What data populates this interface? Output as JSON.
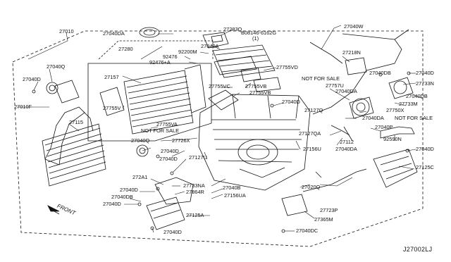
{
  "diagram": {
    "reference_code": "J27002LJ",
    "direction_label": "FRONT",
    "labels": {
      "p27010": "27010",
      "p27040DA_top": "27040DA",
      "p27283Q": "27283Q",
      "p08146": "B08146-6162G",
      "p08146_qty": "(1)",
      "p27040W": "27040W",
      "p27040A": "27040A",
      "p92200M": "92200M",
      "p27280": "27280",
      "p92476": "92476",
      "p92476A": "92476+A",
      "p27040D_left": "27040D",
      "p27040Q_left": "27040Q",
      "p27157": "27157",
      "p27755VD": "27755VD",
      "p27218N": "27218N",
      "p27040DB_r1": "27040DB",
      "p27040D_r1": "27040D",
      "p27733N": "27733N",
      "p27755VB_1": "27755VB",
      "p27755VC": "27755VC",
      "p27755VB_2": "27755VB",
      "nfs_right_1": "NOT FOR SALE",
      "p27757U": "27757U",
      "p27040DA_mid": "27040DA",
      "p27040DB_r2": "27040DB",
      "p27733M": "27733M",
      "p27010F": "27010F",
      "p27755V": "27755V",
      "p27040D_mid": "27040D",
      "p27127Q": "27127Q",
      "p27750X": "27750X",
      "p27040DA_r": "27040DA",
      "nfs_right_2": "NOT FOR SALE",
      "p27115": "27115",
      "p27755VA": "27755VA",
      "nfs_mid": "NOT FOR SALE",
      "p27127QA": "27127QA",
      "p27040P": "27040P",
      "p27726X": "27726X",
      "p27040Q_mid": "27040Q",
      "p92590N": "92590N",
      "p27112": "27112",
      "p27040DA_low": "27040DA",
      "p27040D_r3": "27040D",
      "p27156U": "27156U",
      "p27040D_a": "27040D",
      "p27127U": "27127U",
      "p27040D_b": "27040D",
      "p27125C": "27125C",
      "p272A1": "272A1",
      "p27733NA": "27733NA",
      "p27040B": "27040B",
      "p27864R": "27864R",
      "p27156UA": "27156UA",
      "p27040D_c": "27040D",
      "p27040DB_low": "27040DB",
      "p27040D_d": "27040D",
      "p27020Q": "27020Q",
      "p27723P": "27723P",
      "p27125A": "27125A",
      "p27365M": "27365M",
      "p27040D_bottom": "27040D",
      "p27040DC": "27040DC"
    }
  }
}
